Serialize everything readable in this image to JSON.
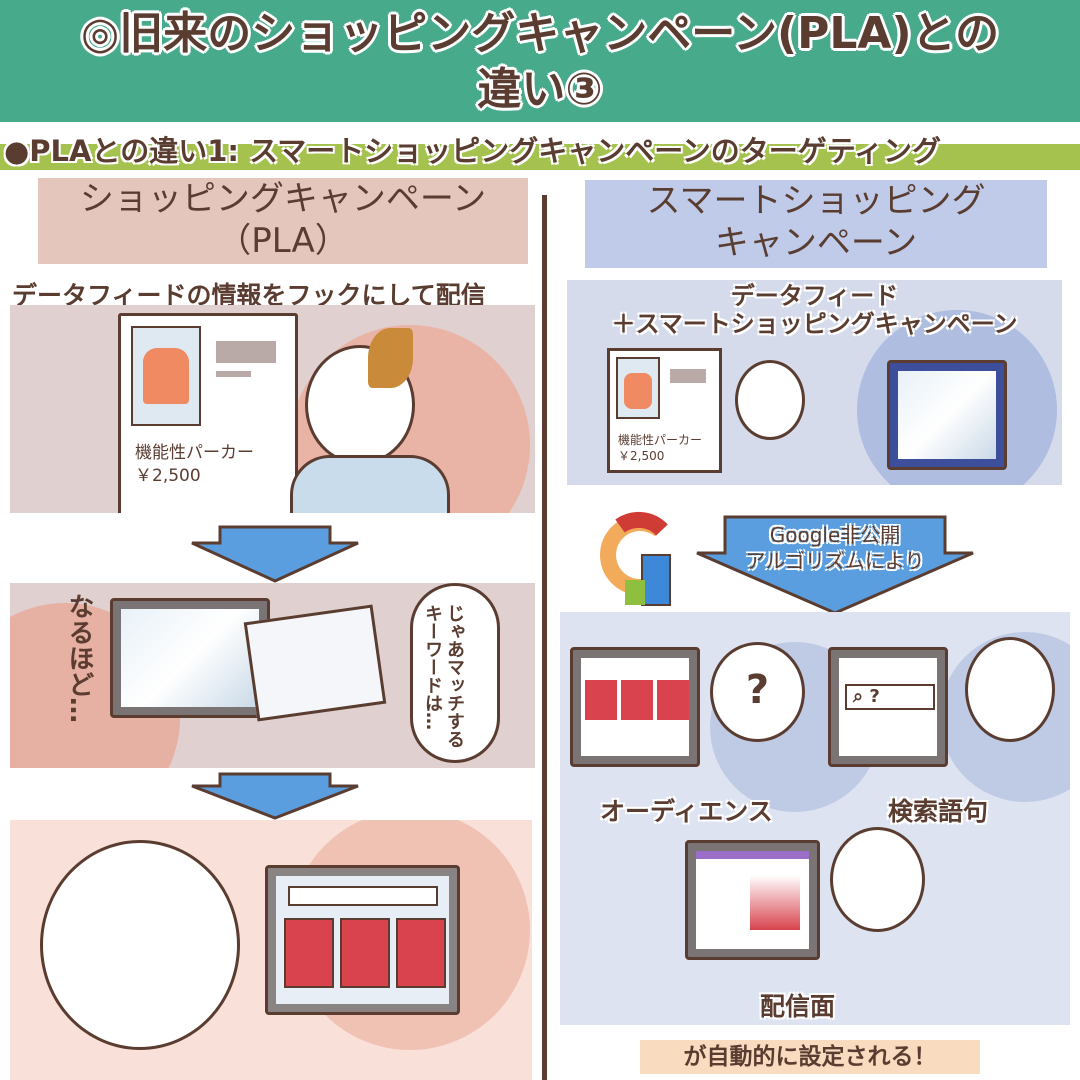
{
  "header": {
    "title_line1": "◎旧来のショッピングキャンペーン(PLA)との",
    "title_line2": "違い③"
  },
  "subheader": "●PLAとの違い1: スマートショッピングキャンペーンのターゲティング",
  "left": {
    "label_line1": "ショッピングキャンペーン",
    "label_line2": "（PLA）",
    "caption": "データフィードの情報をフックにして配信",
    "product_name": "機能性パーカー",
    "product_price": "￥2,500",
    "exclamation": "なるほど…",
    "speech": "じゃあマッチするキーワードは…"
  },
  "right": {
    "label_line1": "スマートショッピング",
    "label_line2": "キャンペーン",
    "caption_line1": "データフィード",
    "caption_line2": "＋スマートショッピングキャンペーン",
    "product_name": "機能性パーカー",
    "product_price": "￥2,500",
    "arrow_line1": "Google非公開",
    "arrow_line2": "アルゴリズムにより",
    "targets": [
      "オーディエンス",
      "検索語句",
      "配信面"
    ],
    "conclusion": "が自動的に設定される！"
  },
  "colors": {
    "header": "#46aa8b",
    "subbar": "#a5c24e",
    "text": "#5a3d30",
    "left_label": "#e5c6bc",
    "right_label": "#bfcbe8"
  }
}
